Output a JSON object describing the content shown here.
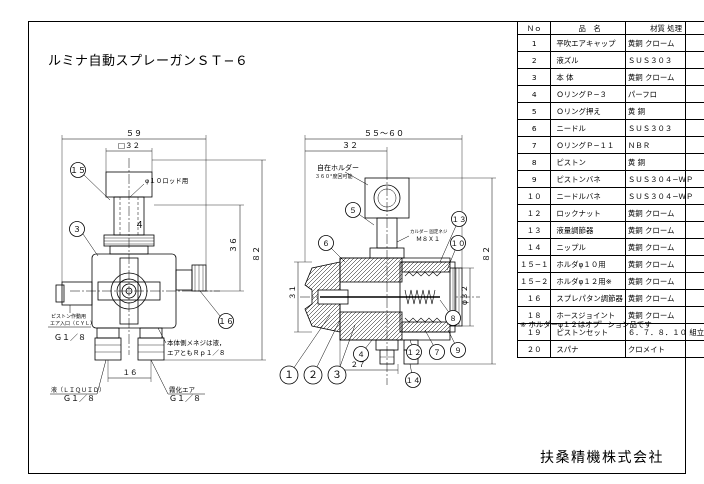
{
  "title": "ルミナ自動スプレーガンＳＴ−６",
  "company": "扶桑精機株式会社",
  "table": {
    "headers": [
      "Ｎｏ",
      "品　名",
      "材質 処理"
    ],
    "rows": [
      {
        "no": "1",
        "name": "平吹エアキャップ",
        "material": "黄銅 クローム"
      },
      {
        "no": "2",
        "name": "液ズル",
        "material": "ＳＵＳ３０３"
      },
      {
        "no": "3",
        "name": "本 体",
        "material": "黄銅 クローム"
      },
      {
        "no": "4",
        "name": "ＯリングＰ−３",
        "material": "パーフロ"
      },
      {
        "no": "5",
        "name": "Ｏリング押え",
        "material": "黄 銅"
      },
      {
        "no": "6",
        "name": "ニードル",
        "material": "ＳＵＳ３０３"
      },
      {
        "no": "7",
        "name": "ＯリングＰ−１１",
        "material": "ＮＢＲ"
      },
      {
        "no": "8",
        "name": "ピストン",
        "material": "黄 銅"
      },
      {
        "no": "9",
        "name": "ピストンバネ",
        "material": "ＳＵＳ３０４−ＷＰ"
      },
      {
        "no": "１０",
        "name": "ニードルバネ",
        "material": "ＳＵＳ３０４−ＷＰ"
      },
      {
        "no": "１２",
        "name": "ロックナット",
        "material": "黄銅 クローム"
      },
      {
        "no": "１３",
        "name": "液量調節器",
        "material": "黄銅 クローム"
      },
      {
        "no": "１４",
        "name": "ニップル",
        "material": "黄銅 クローム"
      },
      {
        "no": "１５−１",
        "name": "ホルダφ１０用",
        "material": "黄銅 クローム"
      },
      {
        "no": "１５−２",
        "name": "ホルダφ１２用※",
        "material": "黄銅 クローム"
      },
      {
        "no": "１６",
        "name": "スプレパタン調節器",
        "material": "黄銅 クローム"
      },
      {
        "no": "１８",
        "name": "ホースジョイント",
        "material": "黄銅 クローム"
      },
      {
        "no": "１９",
        "name": "ピストンセット",
        "material": "６．７．８．１０ 組立"
      },
      {
        "no": "２０",
        "name": "スパナ",
        "material": "クロメイト"
      }
    ]
  },
  "note": "※ ホルダーφ１２はオプ゜ション品です",
  "front_view": {
    "dim_width": "５９",
    "dim_dia32": "□３２",
    "rod_label": "φ１０ロッド用",
    "dim_36": "３６",
    "dim_82": "８２",
    "dim_16": "１６",
    "dim_4": "４",
    "piston_label_1": "ピストン作動用",
    "piston_label_2": "エア入口（ＣＹＬ）",
    "port_cyl": "Ｇ１／８",
    "body_note_1": "本体側メネジは液，",
    "body_note_2": "エアともＲｐ１／８",
    "liquid_label": "液（ＬＩＱＵＩＤ）",
    "port_liquid": "Ｇ１／８",
    "atom_label": "霧化エア",
    "port_atom": "Ｇ１／８",
    "balloons": [
      "１５",
      "３",
      "１６"
    ]
  },
  "section_view": {
    "dim_55_60": "５５〜６０",
    "dim_32": "３２",
    "holder_label": "自在ホルダー",
    "rotation_label": "３６０°度回可能",
    "thread_label_1": "カルダー 固定ネジ",
    "thread_label_2": "Ｍ８Ｘ１",
    "dim_82": "８２",
    "dim_dia32": "φ３２",
    "dim_31": "３１",
    "dim_27": "２７",
    "balloons": [
      "６",
      "５",
      "１３",
      "１０",
      "８",
      "７",
      "９",
      "１２",
      "４",
      "１",
      "２",
      "３",
      "１４"
    ]
  }
}
